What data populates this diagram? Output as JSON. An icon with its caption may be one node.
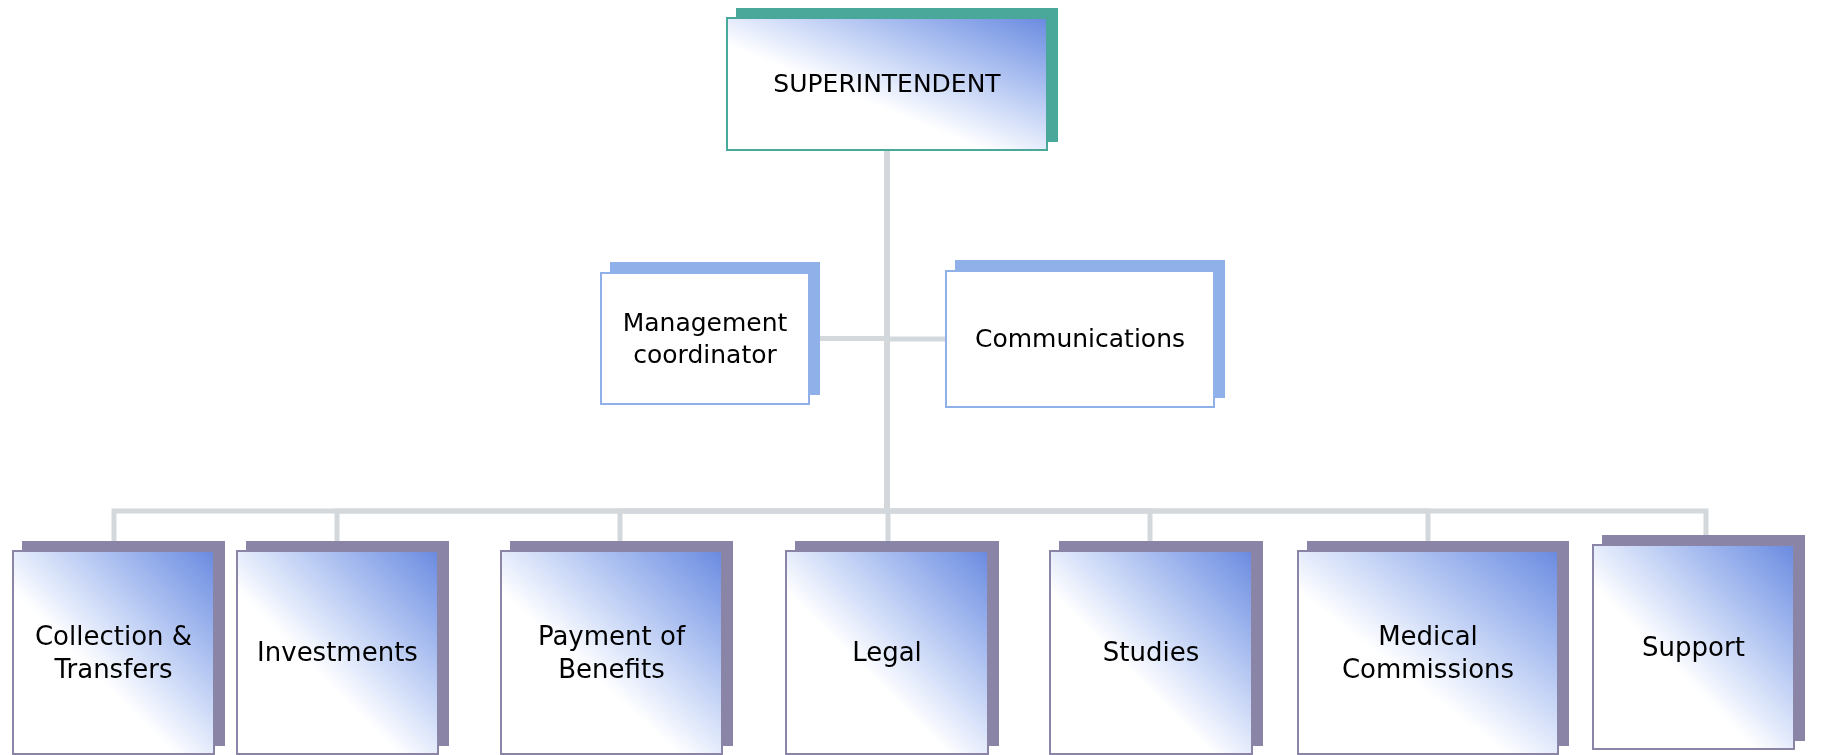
{
  "diagram": {
    "nodes": [
      {
        "text": [
          "SUPERINTENDENT"
        ]
      },
      {
        "text": [
          "Management coordinator"
        ]
      },
      {
        "text": [
          "Communications"
        ]
      },
      {
        "text": [
          "Collection & Transfers"
        ]
      },
      {
        "text": [
          "Investments"
        ]
      },
      {
        "text": [
          "Payment of Benefits"
        ]
      },
      {
        "text": [
          "Legal"
        ]
      },
      {
        "text": [
          "Studies"
        ]
      },
      {
        "text": [
          "Medical Commissions"
        ]
      },
      {
        "text": [
          "Support"
        ]
      }
    ],
    "edges": [
      {
        "from": 0,
        "to": 1,
        "arrow": "none"
      },
      {
        "from": 0,
        "to": 2,
        "arrow": "none"
      },
      {
        "from": 0,
        "to": 3,
        "arrow": "none"
      },
      {
        "from": 0,
        "to": 4,
        "arrow": "none"
      },
      {
        "from": 0,
        "to": 5,
        "arrow": "none"
      },
      {
        "from": 0,
        "to": 6,
        "arrow": "none"
      },
      {
        "from": 0,
        "to": 7,
        "arrow": "none"
      },
      {
        "from": 0,
        "to": 8,
        "arrow": "none"
      },
      {
        "from": 0,
        "to": 9,
        "arrow": "none"
      }
    ]
  }
}
